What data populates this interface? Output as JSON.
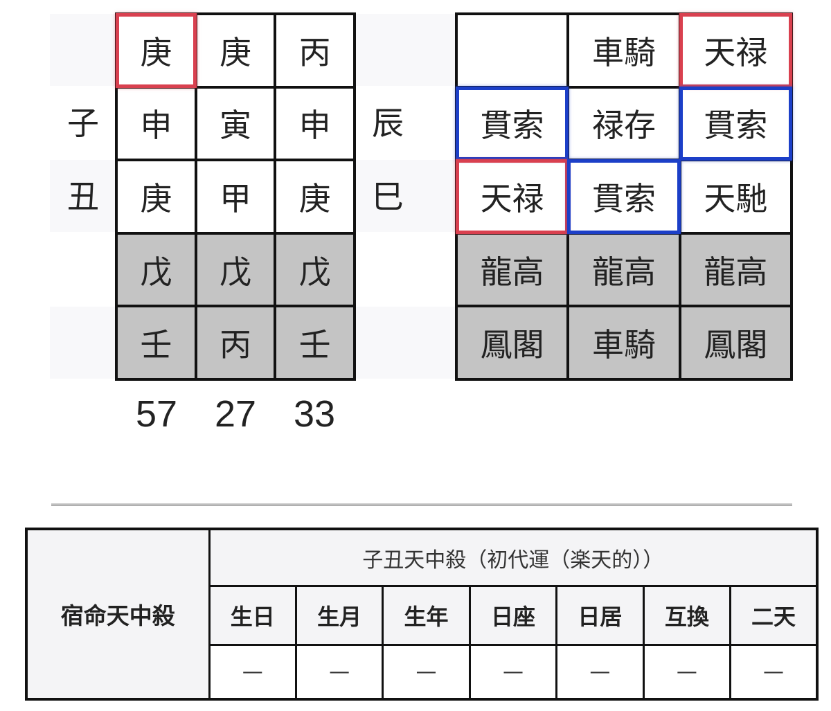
{
  "left_grid": {
    "side_left": [
      "",
      "子",
      "丑",
      "",
      ""
    ],
    "side_right": [
      "",
      "辰",
      "巳",
      "",
      ""
    ],
    "rows": [
      [
        "庚",
        "庚",
        "丙"
      ],
      [
        "申",
        "寅",
        "申"
      ],
      [
        "庚",
        "甲",
        "庚"
      ],
      [
        "戊",
        "戊",
        "戊"
      ],
      [
        "壬",
        "丙",
        "壬"
      ]
    ],
    "ages": [
      "57",
      "27",
      "33"
    ]
  },
  "right_grid": {
    "rows": [
      [
        "",
        "車騎",
        "天禄"
      ],
      [
        "貫索",
        "禄存",
        "貫索"
      ],
      [
        "天禄",
        "貫索",
        "天馳"
      ],
      [
        "龍高",
        "龍高",
        "龍高"
      ],
      [
        "鳳閣",
        "車騎",
        "鳳閣"
      ]
    ]
  },
  "tenchu": {
    "header": "宿命天中殺",
    "type": "子丑天中殺（初代運（楽天的））",
    "columns": [
      "生日",
      "生月",
      "生年",
      "日座",
      "日居",
      "互換",
      "二天"
    ],
    "values": [
      "—",
      "—",
      "—",
      "—",
      "—",
      "—",
      "—"
    ]
  },
  "colors": {
    "highlight_red": "#d9404f",
    "highlight_blue": "#1c3fc8",
    "shaded_cell": "#c4c4c4",
    "row_stripe": "#f8f8fa"
  }
}
